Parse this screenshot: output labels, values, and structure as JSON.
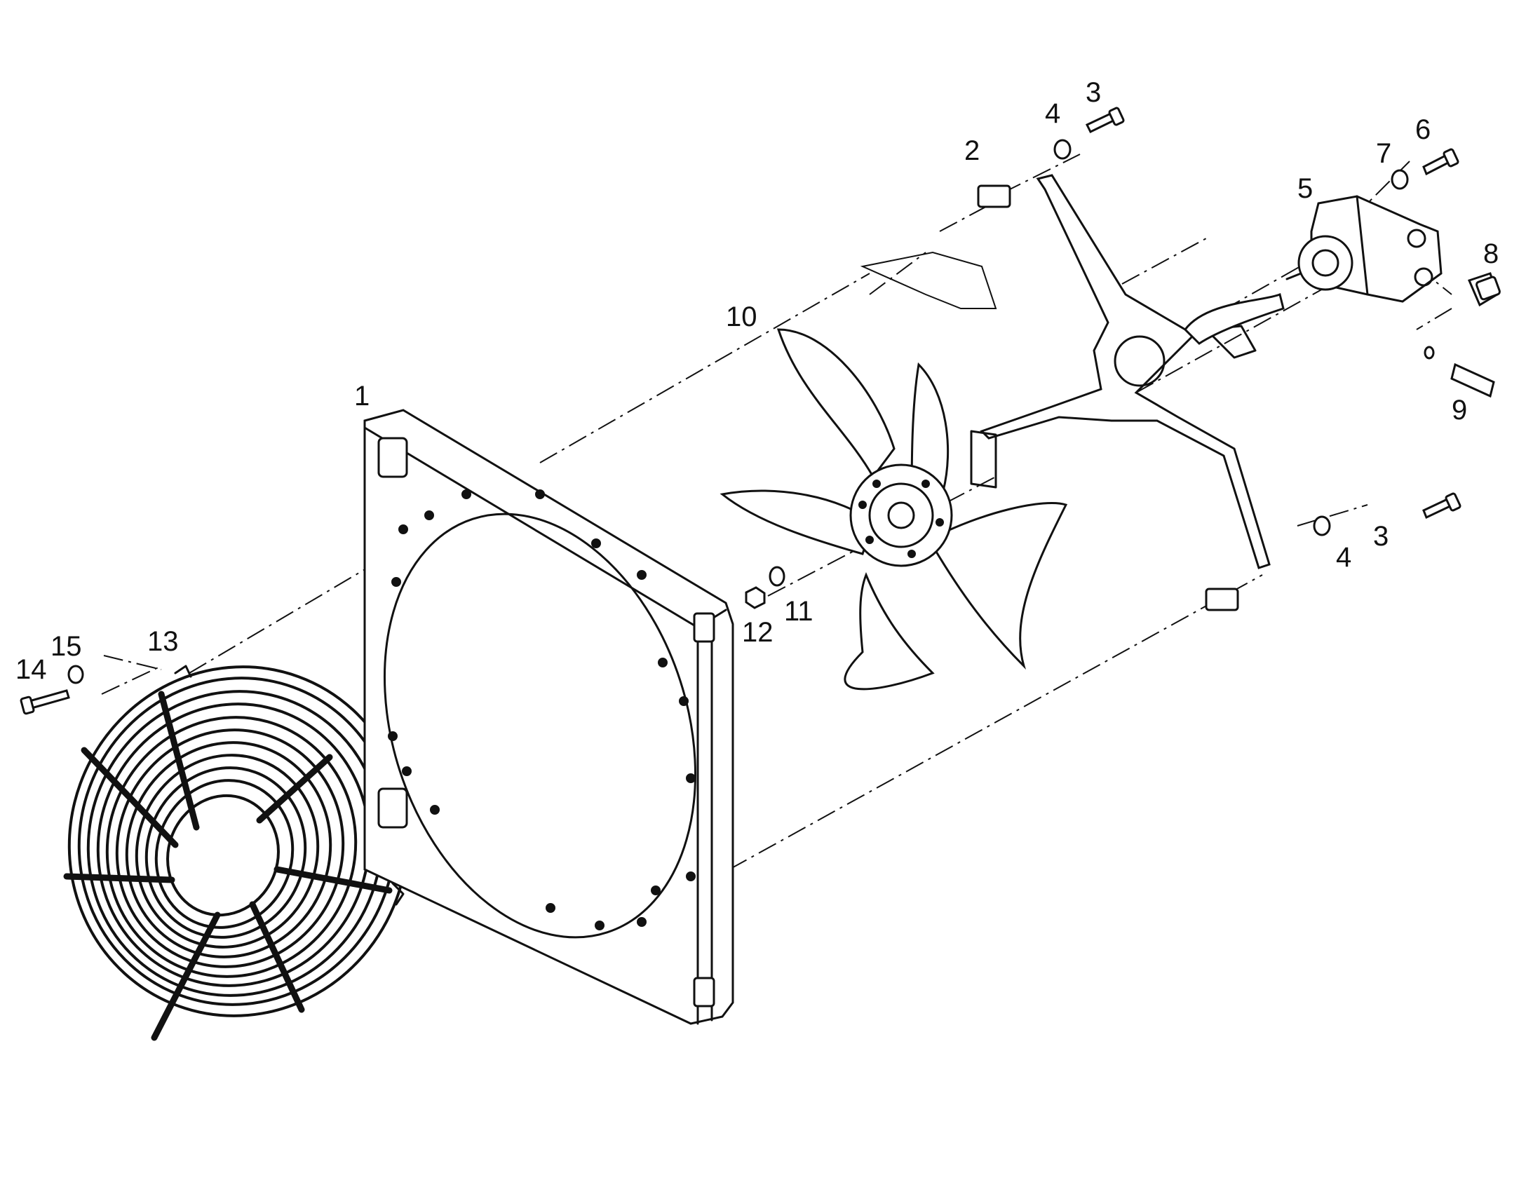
{
  "callouts": [
    {
      "id": "c1",
      "text": "1"
    },
    {
      "id": "c2",
      "text": "2"
    },
    {
      "id": "c3a",
      "text": "3"
    },
    {
      "id": "c3b",
      "text": "3"
    },
    {
      "id": "c4a",
      "text": "4"
    },
    {
      "id": "c4b",
      "text": "4"
    },
    {
      "id": "c5",
      "text": "5"
    },
    {
      "id": "c6",
      "text": "6"
    },
    {
      "id": "c7",
      "text": "7"
    },
    {
      "id": "c8",
      "text": "8"
    },
    {
      "id": "c9",
      "text": "9"
    },
    {
      "id": "c10",
      "text": "10"
    },
    {
      "id": "c11",
      "text": "11"
    },
    {
      "id": "c12",
      "text": "12"
    },
    {
      "id": "c13",
      "text": "13"
    },
    {
      "id": "c14",
      "text": "14"
    },
    {
      "id": "c15",
      "text": "15"
    }
  ]
}
